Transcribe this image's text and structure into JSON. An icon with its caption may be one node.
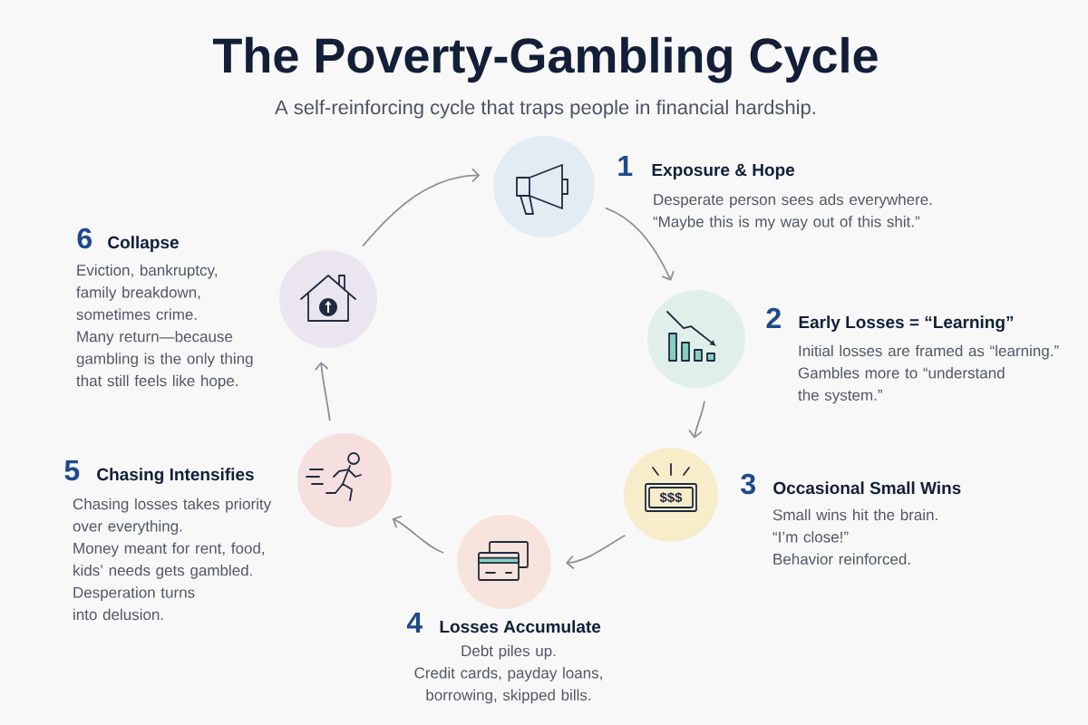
{
  "diagram": {
    "title": "The Poverty-Gambling Cycle",
    "nodes": [
      {
        "text": [
          "1",
          "Exposure & Hope",
          "Desperate person sees ads everywhere.",
          "“Maybe this is my way out of this shit.”"
        ]
      },
      {
        "text": [
          "2",
          "Early Losses = “Learning”",
          "Initial losses are framed as “learning.”",
          "Gambles more to “understand the system.”"
        ]
      },
      {
        "text": [
          "3",
          "Occasional Small Wins",
          "Small wins hit the brain.",
          "“I’m close!”",
          "Behavior reinforced."
        ]
      },
      {
        "text": [
          "4",
          "Losses Accumulate",
          "Debt piles up.",
          "Credit cards, payday loans, borrowing, skipped bills."
        ]
      },
      {
        "text": [
          "5",
          "Chasing Intensifies",
          "Chasing losses takes priority over everything.",
          "Money meant for rent, food, kids’ needs gets gambled.",
          "Desperation turns into delusion."
        ]
      },
      {
        "text": [
          "6",
          "Collapse",
          "Eviction, bankruptcy, family breakdown, sometimes crime.",
          "Many return—because gambling is the only thing that still feels like hope."
        ]
      }
    ],
    "edges": [
      {
        "from": 0,
        "to": 1,
        "arrow": "to"
      },
      {
        "from": 1,
        "to": 2,
        "arrow": "to"
      },
      {
        "from": 2,
        "to": 3,
        "arrow": "to"
      },
      {
        "from": 3,
        "to": 4,
        "arrow": "to"
      },
      {
        "from": 4,
        "to": 5,
        "arrow": "to"
      },
      {
        "from": 5,
        "to": 0,
        "arrow": "to"
      }
    ],
    "labels": [
      "A self-reinforcing cycle that traps people in financial hardship.",
      "$$$"
    ]
  }
}
